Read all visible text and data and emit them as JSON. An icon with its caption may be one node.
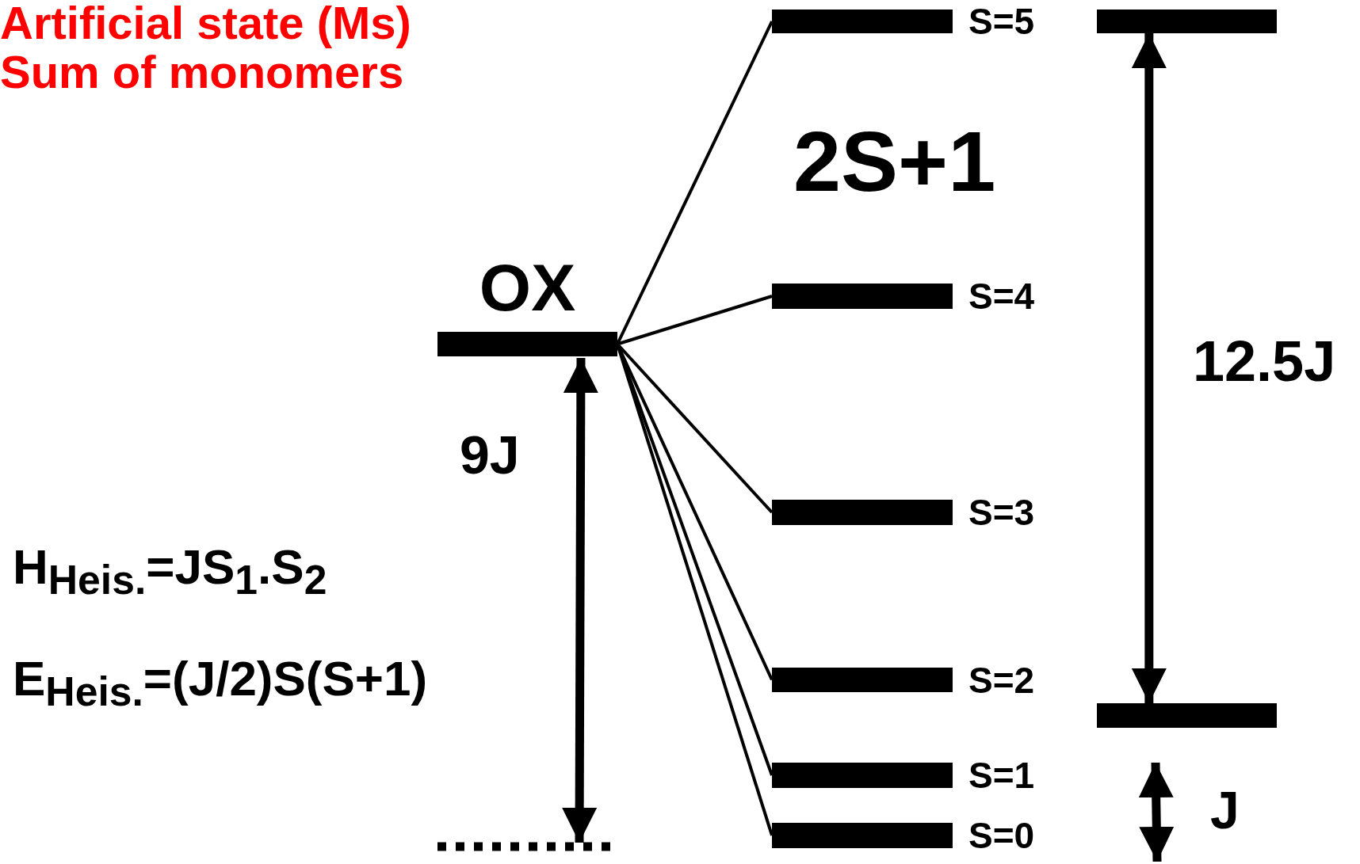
{
  "diagram": {
    "nodes": [
      {
        "text": [
          "S=5"
        ]
      },
      {
        "text": [],
        "shape": "bar"
      },
      {
        "text": [
          "OX"
        ]
      },
      {
        "text": [
          "S=4"
        ]
      },
      {
        "text": [
          "S=3"
        ]
      },
      {
        "text": [
          "S=2"
        ]
      },
      {
        "text": [],
        "shape": "bar"
      },
      {
        "text": [
          "S=1"
        ]
      },
      {
        "text": [
          "S=0"
        ]
      }
    ],
    "edges": [
      {
        "from": 2,
        "to": 0,
        "arrow": "none"
      },
      {
        "from": 2,
        "to": 3,
        "arrow": "none"
      },
      {
        "from": 2,
        "to": 4,
        "arrow": "none"
      },
      {
        "from": 2,
        "to": 5,
        "arrow": "none"
      },
      {
        "from": 2,
        "to": 7,
        "arrow": "none"
      },
      {
        "from": 2,
        "to": 8,
        "arrow": "none"
      },
      {
        "from": 1,
        "to": 6,
        "arrow": "both",
        "style": "thick"
      }
    ],
    "labels": [
      "Artificial state (Ms)",
      "Sum of monomers",
      "2S+1",
      "12.5J",
      "9J",
      "H$_{Heis.}$=JS$_{1}$.S$_{2}$",
      "E$_{Heis.}$=(J/2)S(S+1)",
      "J"
    ]
  }
}
